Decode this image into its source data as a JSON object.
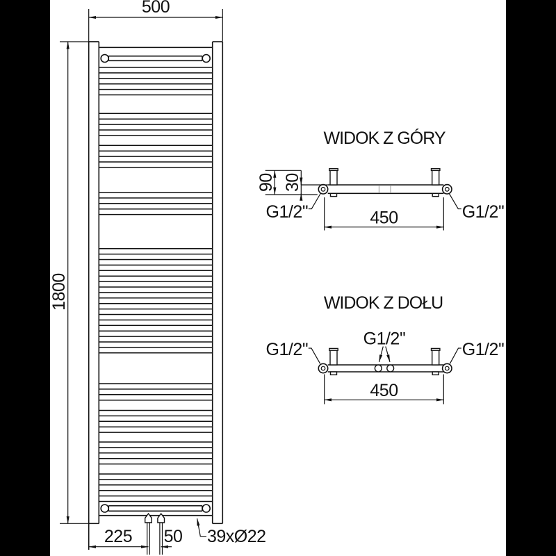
{
  "drawing": {
    "background": "#ffffff",
    "pillarbox_color": "#000000",
    "line_color": "#111111"
  },
  "front_view": {
    "dim_width_label": "500",
    "dim_height_label": "1800",
    "dim_bottom_left_label": "225",
    "dim_bottom_center_label": "50",
    "tube_annotation": "39xØ22",
    "rung_x1": 142.3,
    "rung_x2": 305.7,
    "rung_spacing": 7.9,
    "rung_groups": [
      {
        "start_y": 97.0,
        "count": 6
      },
      {
        "start_y": 163.3,
        "count": 5
      },
      {
        "start_y": 209.3,
        "count": 5
      },
      {
        "start_y": 277.0,
        "count": 5
      },
      {
        "start_y": 357.7,
        "count": 20
      },
      {
        "start_y": 552.0,
        "count": 4
      },
      {
        "start_y": 590.5,
        "count": 5
      },
      {
        "start_y": 636.0,
        "count": 5
      },
      {
        "start_y": 682.0,
        "count": 6
      }
    ]
  },
  "top_view": {
    "title": "WIDOK Z GÓRY",
    "dim_depth_label": "90",
    "dim_pipe_label": "30",
    "dim_span_label": "450",
    "conn_left_label": "G1/2''",
    "conn_right_label": "G1/2''"
  },
  "bottom_view": {
    "title": "WIDOK Z DOŁU",
    "dim_span_label": "450",
    "conn_left_label": "G1/2''",
    "conn_center_label": "G1/2''",
    "conn_right_label": "G1/2''"
  }
}
